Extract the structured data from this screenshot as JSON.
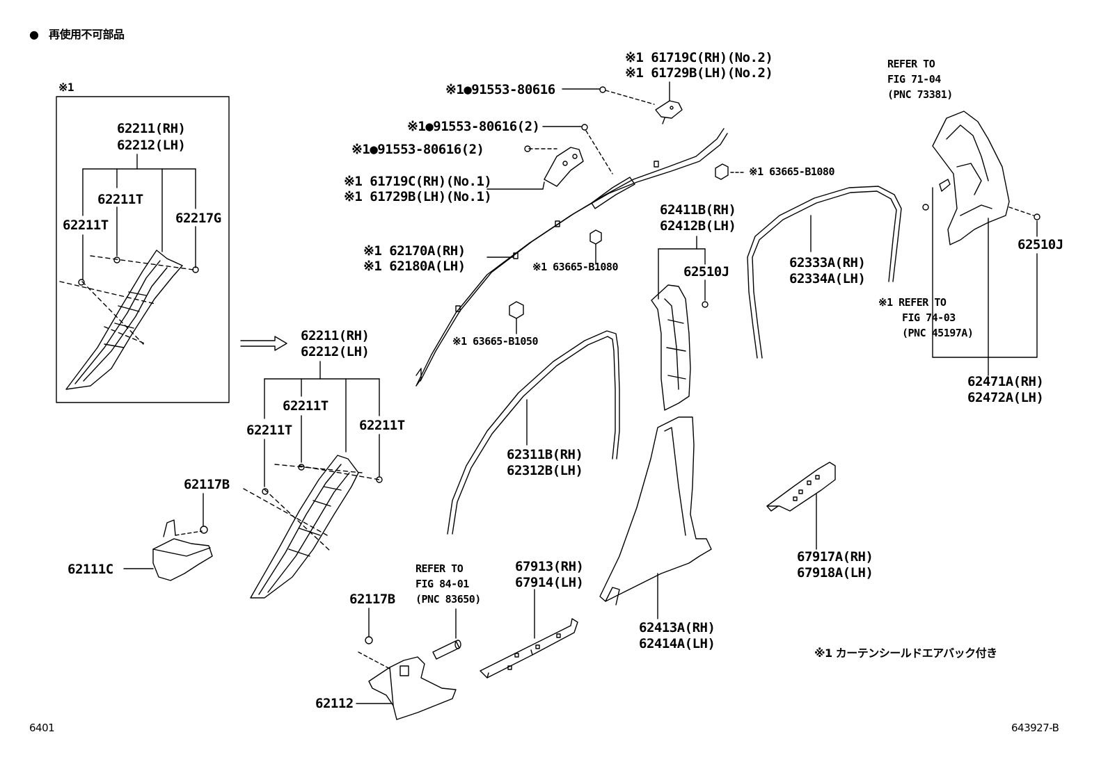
{
  "legend": {
    "bullet_symbol": "●",
    "non_reusable_text": "再使用不可部品",
    "note_text": "※1 カーテンシールドエアバック付き"
  },
  "inset": {
    "mark": "※1"
  },
  "labels": {
    "fastener_91553_a": "※1●91553-80616",
    "fastener_91553_b": "※1●91553-80616(2)",
    "fastener_91553_c": "※1●91553-80616(2)",
    "bracket_no2_rh": "※1 61719C(RH)(No.2)",
    "bracket_no2_lh": "※1 61729B(LH)(No.2)",
    "bracket_no1_rh": "※1 61719C(RH)(No.1)",
    "bracket_no1_lh": "※1 61729B(LH)(No.1)",
    "clip_63665_b1080_top": "※1 63665-B1080",
    "clip_63665_b1080_mid": "※1 63665-B1080",
    "clip_63665_b1050": "※1 63665-B1050",
    "roof_trim_rh": "※1 62170A(RH)",
    "roof_trim_lh": "※1 62180A(LH)",
    "inset_pillar_rh": "62211(RH)",
    "inset_pillar_lh": "62212(LH)",
    "inset_clip_t_right": "62211T",
    "inset_clip_t_left": "62211T",
    "inset_clip_g": "62217G",
    "pillar_rh": "62211(RH)",
    "pillar_lh": "62212(LH)",
    "clip_t_mid": "62211T",
    "clip_t_left": "62211T",
    "clip_t_right": "62211T",
    "clip_b_upper": "62117B",
    "cowl_side_trim": "62111C",
    "door_weatherstrip_front_rh": "62311B(RH)",
    "door_weatherstrip_front_lh": "62312B(LH)",
    "center_pillar_upper_rh": "62411B(RH)",
    "center_pillar_upper_lh": "62412B(LH)",
    "clip_j_center": "62510J",
    "center_pillar_lower_rh": "62413A(RH)",
    "center_pillar_lower_lh": "62414A(LH)",
    "door_weatherstrip_rear_rh": "62333A(RH)",
    "door_weatherstrip_rear_lh": "62334A(LH)",
    "refer_71_line1": "REFER TO",
    "refer_71_line2": "FIG 71-04",
    "refer_71_line3": "(PNC 73381)",
    "clip_j_right": "62510J",
    "refer_74_line1": "※1 REFER TO",
    "refer_74_line2": "FIG 74-03",
    "refer_74_line3": "(PNC 45197A)",
    "quarter_trim_rh": "62471A(RH)",
    "quarter_trim_lh": "62472A(LH)",
    "clip_b_lower": "62117B",
    "refer_84_line1": "REFER TO",
    "refer_84_line2": "FIG 84-01",
    "refer_84_line3": "(PNC 83650)",
    "scuff_plate_front_rh": "67913(RH)",
    "scuff_plate_front_lh": "67914(LH)",
    "scuff_plate_rear_rh": "67917A(RH)",
    "scuff_plate_rear_lh": "67918A(LH)",
    "kick_panel": "62112",
    "page_number": "6401",
    "drawing_number": "643927-B"
  }
}
